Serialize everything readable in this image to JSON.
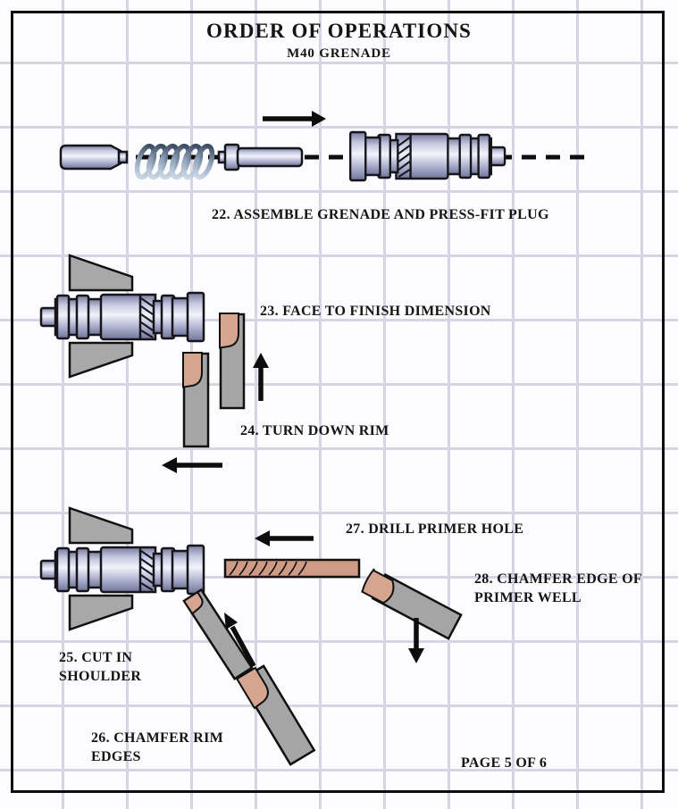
{
  "page": {
    "title": "ORDER OF OPERATIONS",
    "subtitle": "M40 GRENADE",
    "page_label": "PAGE 5 OF 6"
  },
  "steps": [
    {
      "num": 22,
      "label": "22. ASSEMBLE GRENADE AND PRESS-FIT PLUG"
    },
    {
      "num": 23,
      "label": "23. FACE TO FINISH DIMENSION"
    },
    {
      "num": 24,
      "label": "24. TURN DOWN RIM"
    },
    {
      "num": 25,
      "label": "25. CUT IN SHOULDER"
    },
    {
      "num": 26,
      "label": "26. CHAMFER RIM EDGES"
    },
    {
      "num": 27,
      "label": "27. DRILL PRIMER HOLE"
    },
    {
      "num": 28,
      "label": "28. CHAMFER EDGE OF PRIMER WELL"
    }
  ],
  "icons": [
    "grenade-body-icon",
    "plug-icon",
    "spring-icon",
    "firing-pin-icon",
    "chuck-jaw-icon",
    "cutting-tool-icon",
    "drill-bit-icon",
    "arrow-right-icon",
    "arrow-up-icon",
    "arrow-left-icon",
    "arrow-down-icon",
    "arrow-up-left-icon"
  ],
  "colors": {
    "paper": "#fcfbfd",
    "grid_line": "#d8d4e3",
    "ink": "#111111",
    "metal_highlight": "#f2f3fb",
    "metal_shadow": "#70749a",
    "chuck_gray": "#a8a8a8",
    "tool_gray": "#a5a5a5",
    "tool_tip_tan": "#d6a58f",
    "drill_tan": "#cf9b84"
  }
}
